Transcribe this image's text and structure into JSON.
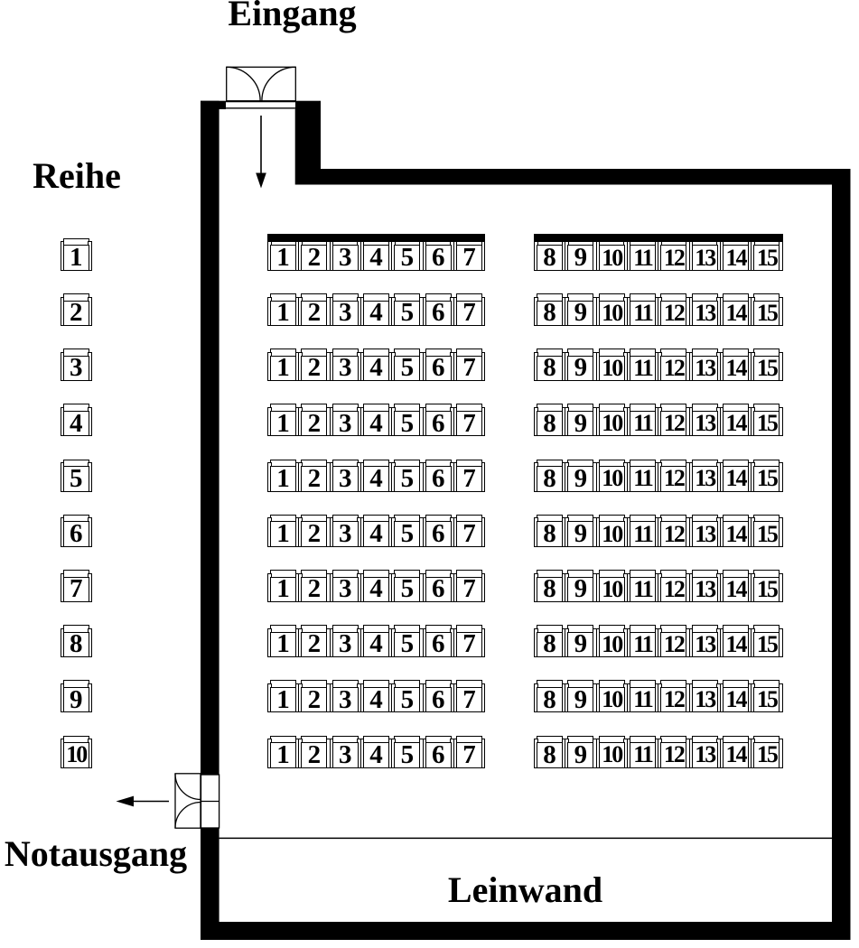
{
  "labels": {
    "entrance": "Eingang",
    "row_header": "Reihe",
    "emergency_exit": "Notausgang",
    "screen": "Leinwand"
  },
  "rows": [
    1,
    2,
    3,
    4,
    5,
    6,
    7,
    8,
    9,
    10
  ],
  "left_block_seats": [
    1,
    2,
    3,
    4,
    5,
    6,
    7
  ],
  "right_block_seats": [
    8,
    9,
    10,
    11,
    12,
    13,
    14,
    15
  ],
  "colors": {
    "ink": "#000000",
    "paper": "#ffffff"
  }
}
